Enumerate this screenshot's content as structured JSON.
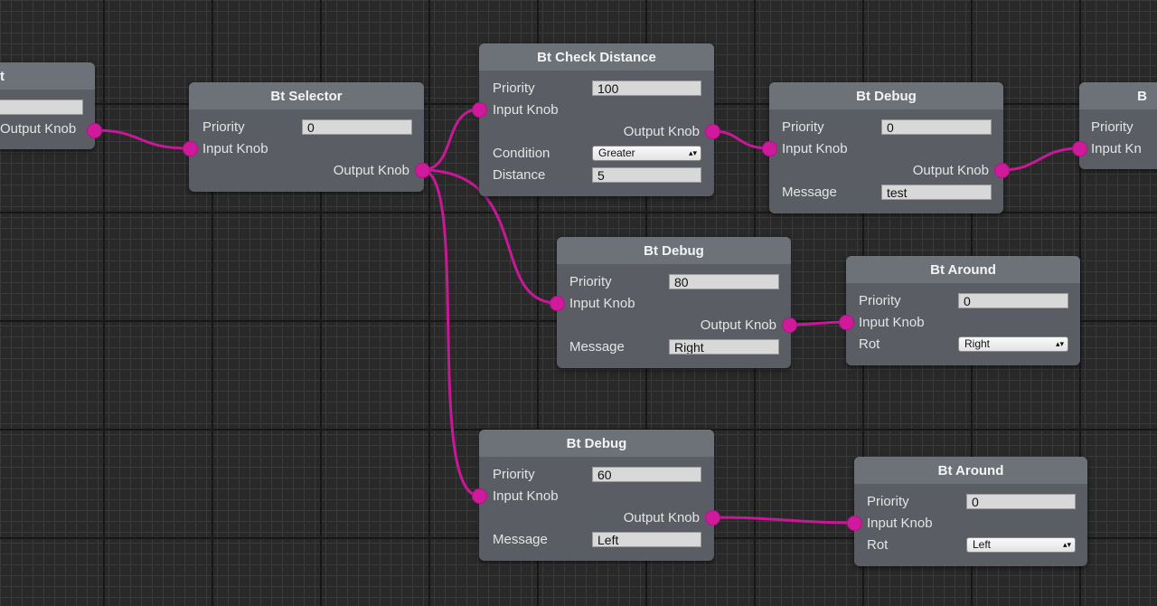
{
  "colors": {
    "knob": "#d01a9c",
    "wire": "#c81896",
    "node_bg": "#5a5e64",
    "node_header": "#6d7279",
    "canvas": "#292929"
  },
  "nodes": {
    "left_partial": {
      "title": "t",
      "output_label": "Output Knob"
    },
    "selector": {
      "title": "Bt Selector",
      "priority_label": "Priority",
      "priority_value": "0",
      "input_label": "Input Knob",
      "output_label": "Output Knob"
    },
    "check_distance": {
      "title": "Bt Check Distance",
      "priority_label": "Priority",
      "priority_value": "100",
      "input_label": "Input Knob",
      "output_label": "Output Knob",
      "condition_label": "Condition",
      "condition_value": "Greater",
      "distance_label": "Distance",
      "distance_value": "5"
    },
    "debug_test": {
      "title": "Bt Debug",
      "priority_label": "Priority",
      "priority_value": "0",
      "input_label": "Input Knob",
      "output_label": "Output Knob",
      "message_label": "Message",
      "message_value": "test"
    },
    "right_partial": {
      "title": "B",
      "priority_label": "Priority",
      "input_label": "Input Kn"
    },
    "debug_right": {
      "title": "Bt Debug",
      "priority_label": "Priority",
      "priority_value": "80",
      "input_label": "Input Knob",
      "output_label": "Output Knob",
      "message_label": "Message",
      "message_value": "Right"
    },
    "around_right": {
      "title": "Bt Around",
      "priority_label": "Priority",
      "priority_value": "0",
      "input_label": "Input Knob",
      "rot_label": "Rot",
      "rot_value": "Right"
    },
    "debug_left": {
      "title": "Bt Debug",
      "priority_label": "Priority",
      "priority_value": "60",
      "input_label": "Input Knob",
      "output_label": "Output Knob",
      "message_label": "Message",
      "message_value": "Left"
    },
    "around_left": {
      "title": "Bt Around",
      "priority_label": "Priority",
      "priority_value": "0",
      "input_label": "Input Knob",
      "rot_label": "Rot",
      "rot_value": "Left"
    }
  },
  "icons": {
    "dropdown": "updown-chevron-icon"
  }
}
